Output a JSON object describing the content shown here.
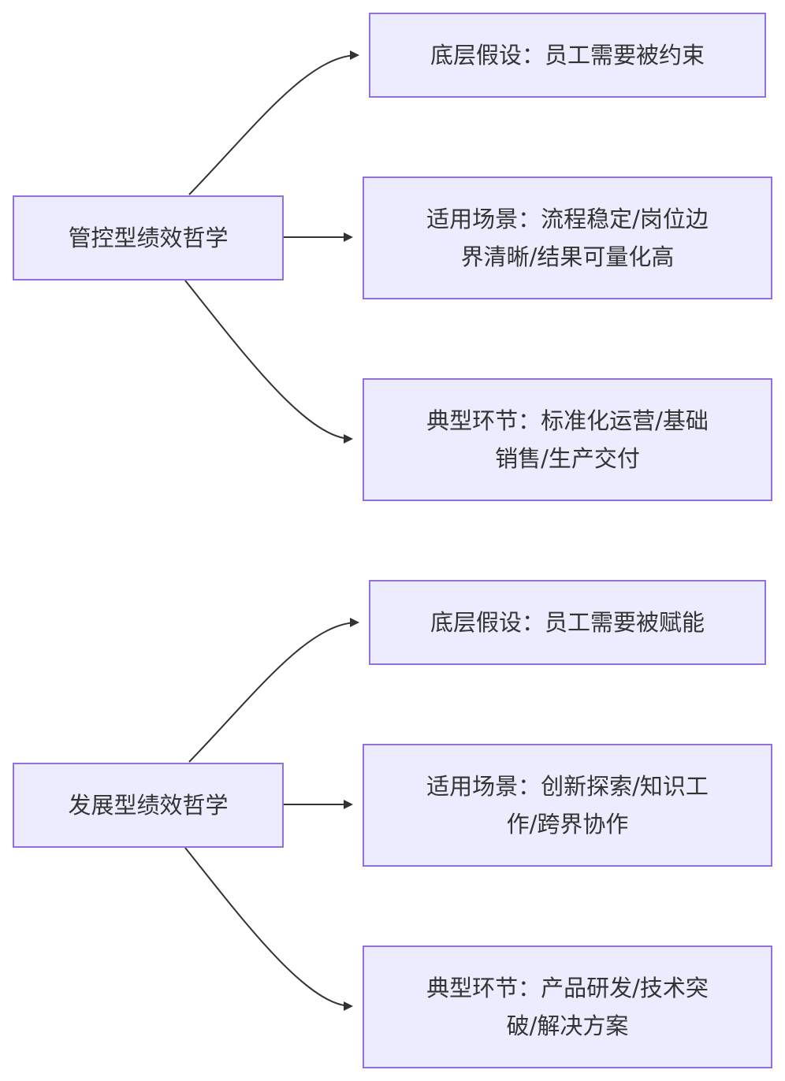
{
  "groups": [
    {
      "root": "管控型绩效哲学",
      "children": [
        "底层假设：员工需要被约束",
        "适用场景：流程稳定/岗位边界清晰/结果可量化高",
        "典型环节：标准化运营/基础销售/生产交付"
      ]
    },
    {
      "root": "发展型绩效哲学",
      "children": [
        "底层假设：员工需要被赋能",
        "适用场景：创新探索/知识工作/跨界协作",
        "典型环节：产品研发/技术突破/解决方案"
      ]
    }
  ]
}
